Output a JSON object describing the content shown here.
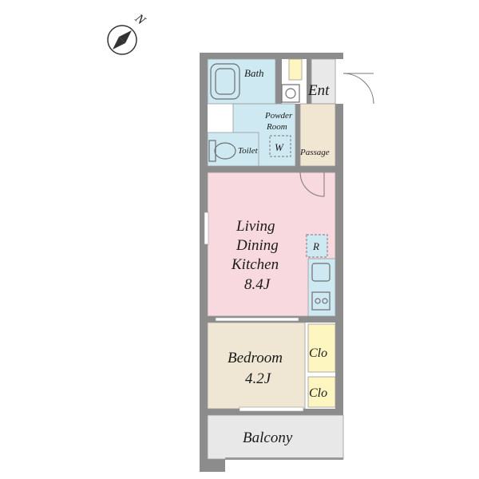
{
  "compass": {
    "label": "N"
  },
  "rooms": {
    "bath": "Bath",
    "entrance": "Ent",
    "powder_room_line1": "Powder",
    "powder_room_line2": "Room",
    "washer": "W",
    "toilet": "Toilet",
    "passage": "Passage",
    "ldk_line1": "Living",
    "ldk_line2": "Dining",
    "ldk_line3": "Kitchen",
    "ldk_size": "8.4J",
    "refrigerator": "R",
    "bedroom": "Bedroom",
    "bedroom_size": "4.2J",
    "closet_1": "Clo",
    "closet_2": "Clo",
    "balcony": "Balcony"
  },
  "colors": {
    "wet_area": "#cfe9f3",
    "ldk": "#f8d9df",
    "bedroom": "#efe7d4",
    "closet": "#fdf6c0",
    "passage": "#f0e6d2",
    "wall": "#8c8c8c",
    "balcony": "#e8e8e8"
  }
}
